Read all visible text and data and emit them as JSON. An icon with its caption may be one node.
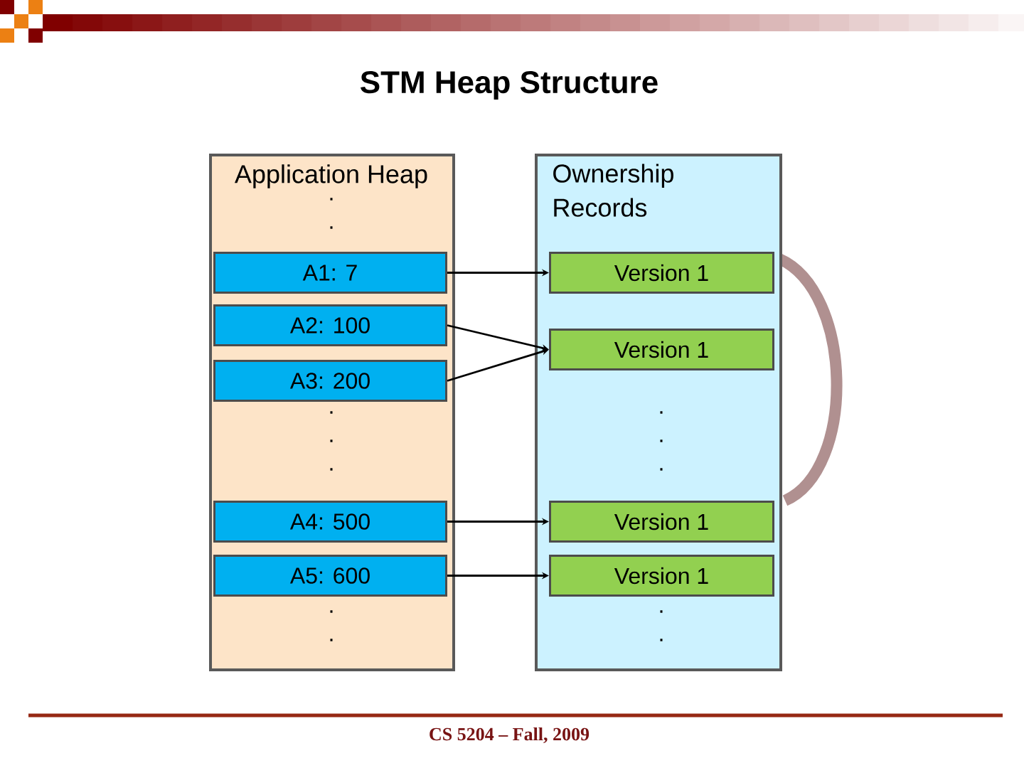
{
  "diagram": {
    "title": "STM Heap Structure",
    "nodes": [
      {
        "text": [
          "Application Heap"
        ]
      },
      {
        "text": [
          "Ownership Records"
        ]
      },
      {
        "text": [
          "A1: 7"
        ],
        "in": 0
      },
      {
        "text": [
          "A2: 100"
        ],
        "in": 0
      },
      {
        "text": [
          "A3: 200"
        ],
        "in": 0
      },
      {
        "text": [
          "A4: 500"
        ],
        "in": 0
      },
      {
        "text": [
          "A5: 600"
        ],
        "in": 0
      },
      {
        "text": [
          "Version 1"
        ],
        "in": 1
      },
      {
        "text": [
          "Version 1"
        ],
        "in": 1
      },
      {
        "text": [
          "Version 1"
        ],
        "in": 1
      },
      {
        "text": [
          "Version 1"
        ],
        "in": 1
      }
    ],
    "edges": [
      {
        "from": 2,
        "to": 7,
        "arrow": "to"
      },
      {
        "from": 3,
        "to": 8,
        "arrow": "to"
      },
      {
        "from": 4,
        "to": 8,
        "arrow": "to"
      },
      {
        "from": 5,
        "to": 9,
        "arrow": "to"
      },
      {
        "from": 6,
        "to": 10,
        "arrow": "to"
      }
    ],
    "labels": [
      ".",
      ".",
      ".",
      ".",
      ".",
      ".",
      ".",
      ".",
      ".",
      ".",
      ".",
      ".",
      "CS 5204 – Fall, 2009"
    ]
  }
}
